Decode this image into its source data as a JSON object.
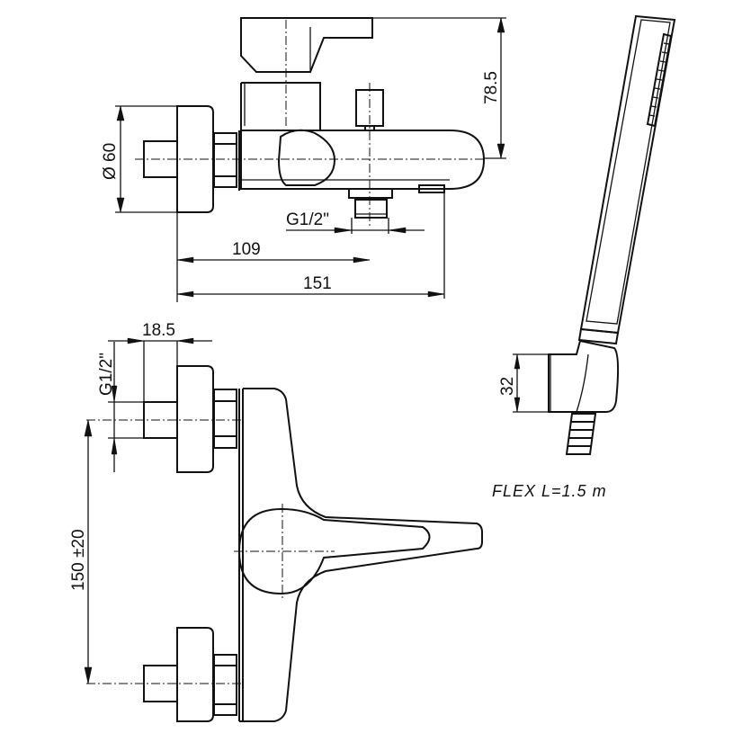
{
  "drawing": {
    "views": [
      "side-view",
      "front-view",
      "hand-shower-view"
    ],
    "dimensions": {
      "wall_plate_diameter": "Ø 60",
      "total_height": "78.5",
      "inlet_thread": "G1/2\"",
      "spout_outlet_distance": "109",
      "total_depth": "151",
      "inlet_depth": "18.5",
      "inlet_thread_front": "G1/2\"",
      "inlet_center_distance": "150 ±20",
      "hand_shower_holder": "32"
    },
    "notes": {
      "flex_hose": "FLEX  L=1.5  m"
    }
  }
}
